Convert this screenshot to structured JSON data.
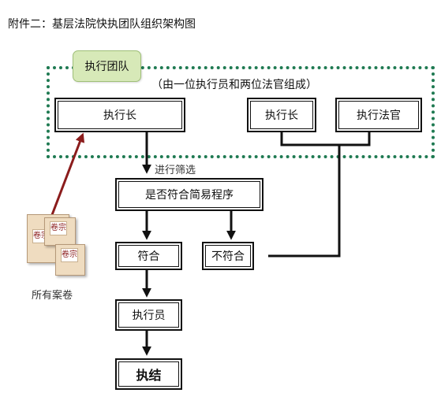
{
  "title": "附件二：基层法院快执团队组织架构图",
  "team": {
    "tab_label": "执行团队",
    "note": "（由一位执行员和两位法官组成）"
  },
  "nodes": {
    "chief_left": "执行长",
    "chief_right": "执行长",
    "judge": "执行法官",
    "check": "是否符合简易程序",
    "yes": "符合",
    "no": "不符合",
    "executor": "执行员",
    "end": "执结"
  },
  "labels": {
    "screening": "进行筛选",
    "all_files": "所有案卷"
  },
  "files": {
    "folder_text": [
      "卷宗",
      "卷宗",
      "卷宗"
    ]
  },
  "colors": {
    "team_border": "#1f7a52",
    "team_tab": "#d7e9b8",
    "red_arrow": "#8b1c1c",
    "folder": "#efdcc0"
  }
}
